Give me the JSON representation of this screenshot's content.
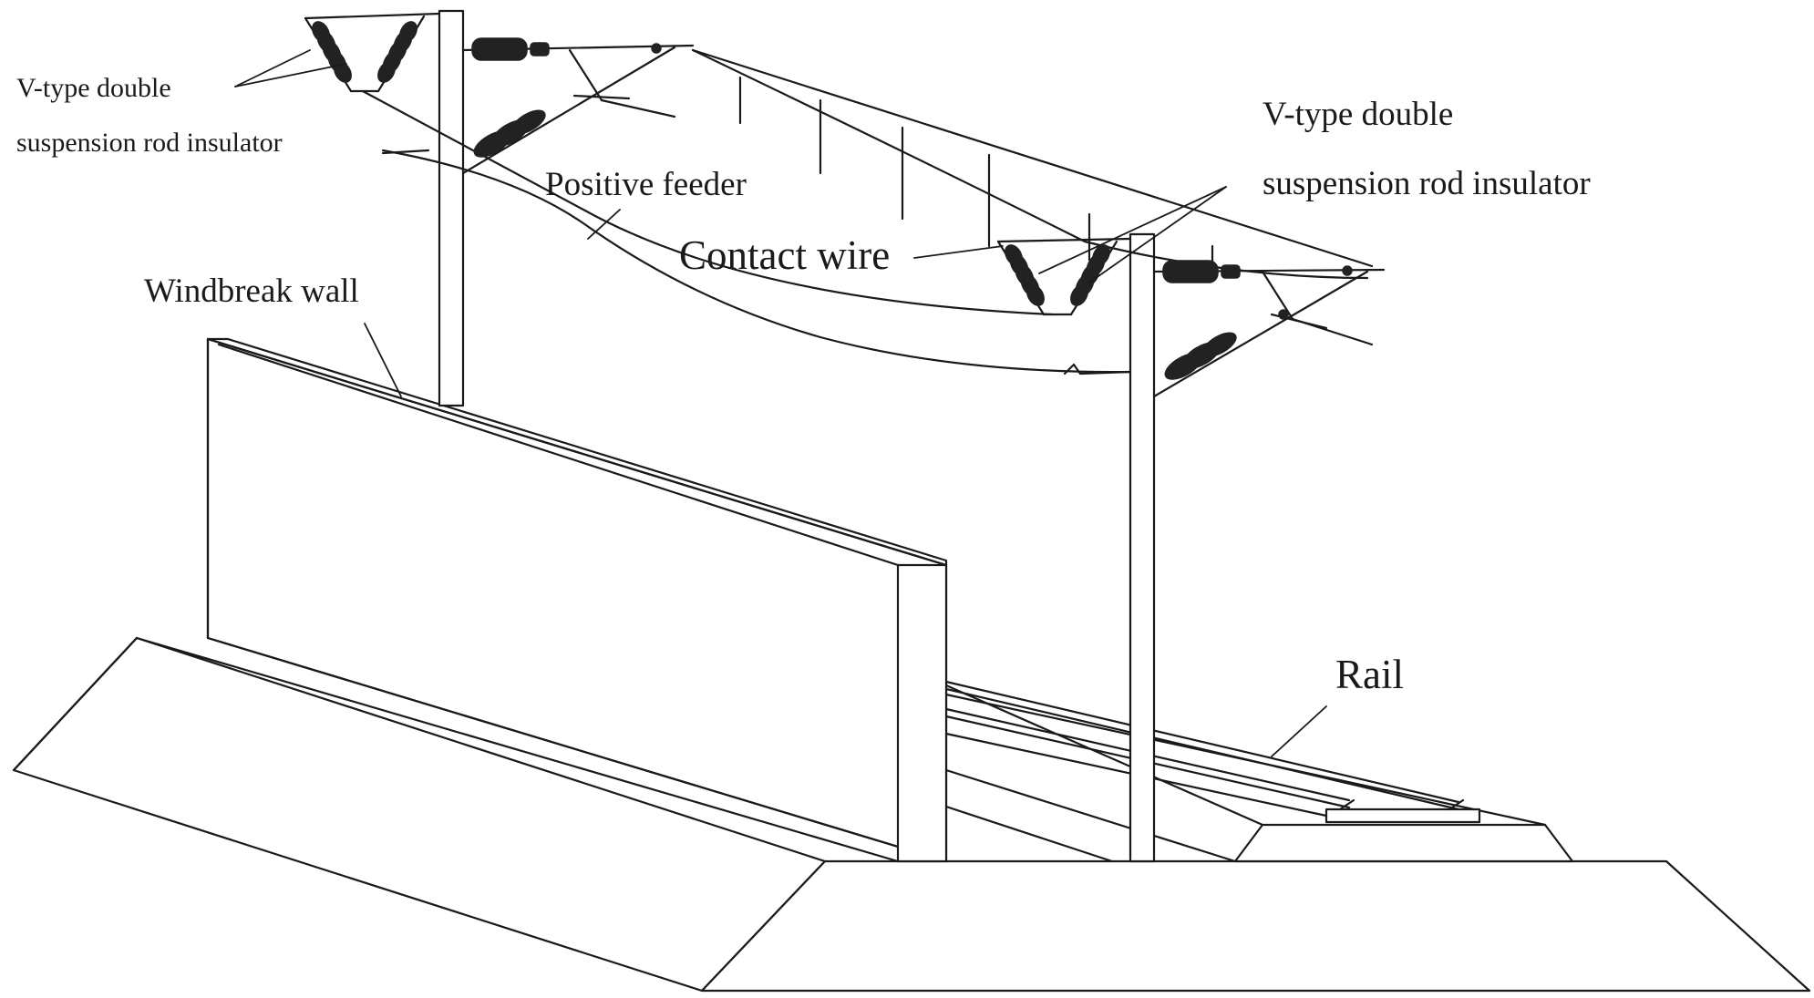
{
  "labels": {
    "left_insulator_line1": "V-type double",
    "left_insulator_line2": "suspension rod insulator",
    "right_insulator_line1": "V-type double",
    "right_insulator_line2": "suspension rod insulator",
    "positive_feeder": "Positive feeder",
    "contact_wire": "Contact wire",
    "windbreak_wall": "Windbreak wall",
    "rail": "Rail"
  },
  "colors": {
    "line": "#1a1a1a",
    "fill": "#ffffff",
    "insulator": "#222222"
  }
}
